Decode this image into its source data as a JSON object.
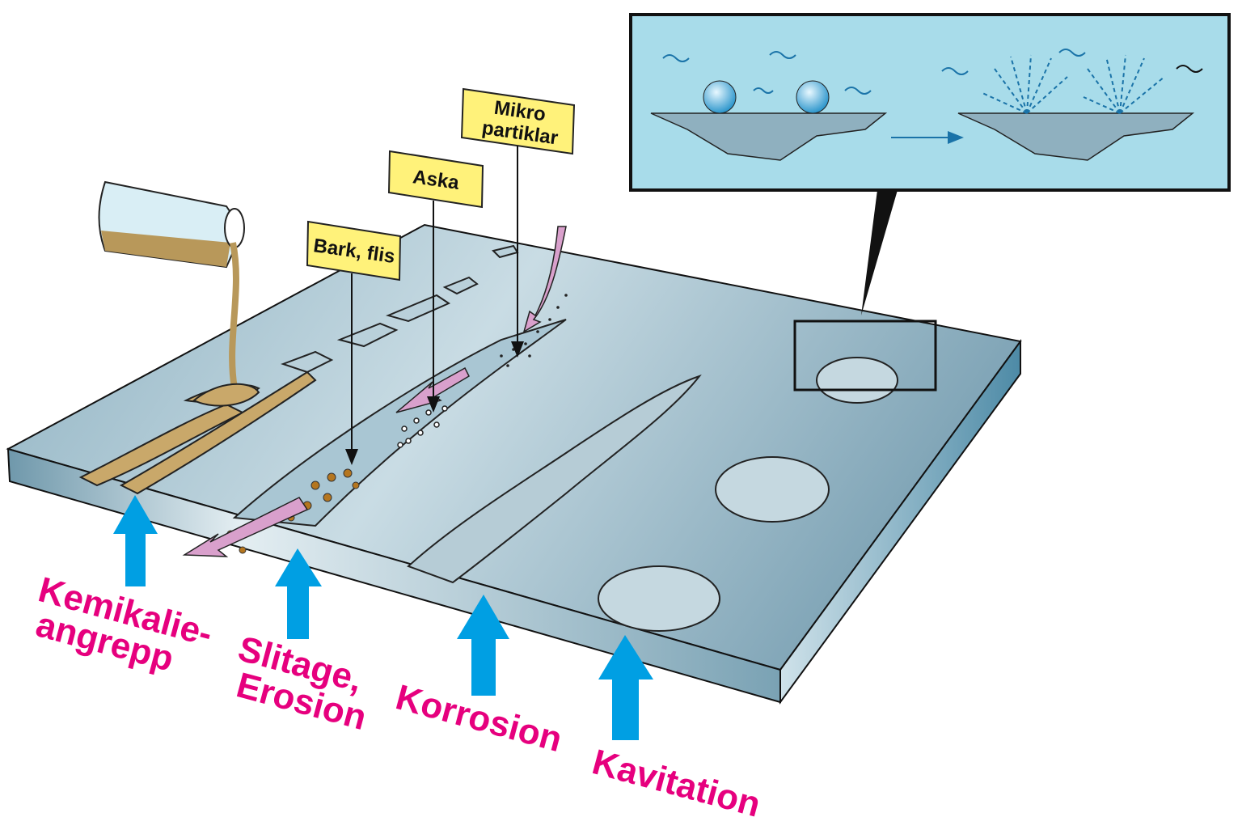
{
  "callouts": {
    "mikro_line1": "Mikro",
    "mikro_line2": "partiklar",
    "aska": "Aska",
    "bark": "Bark, flis"
  },
  "damage_types": {
    "kemikalie_line1": "Kemikalie-",
    "kemikalie_line2": "angrepp",
    "slitage_line1": "Slitage,",
    "slitage_line2": "Erosion",
    "korrosion": "Korrosion",
    "kavitation": "Kavitation"
  },
  "colors": {
    "label_magenta": "#e6007e",
    "arrow_blue": "#009fe3",
    "callout_yellow": "#fff27a",
    "inset_bg": "#a8dcea",
    "flow_pink": "#d9a0cc"
  }
}
